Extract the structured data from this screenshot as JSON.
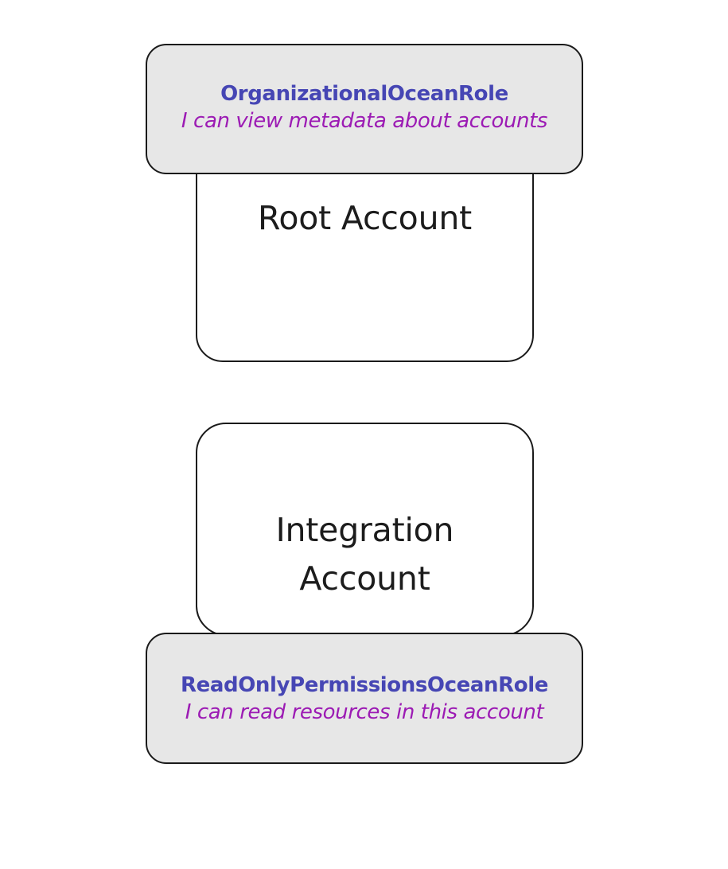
{
  "diagram": {
    "title": "AWS account roles diagram",
    "background_color": "#ffffff",
    "accent_role_name_color": "#4646b4",
    "accent_role_desc_color": "#9c1bb4",
    "role_box_fill": "#e7e7e7",
    "account_box_fill": "#ffffff",
    "border_color": "#1a1a1a"
  },
  "accounts": [
    {
      "id": "root-account",
      "label": "Root Account"
    },
    {
      "id": "integration-account",
      "label": "Integration\nAccount"
    }
  ],
  "roles": [
    {
      "id": "organizational-ocean-role",
      "name": "OrganizationalOceanRole",
      "description": "I can view metadata about accounts",
      "attached_to": "Root Account"
    },
    {
      "id": "readonly-permissions-ocean-role",
      "name": "ReadOnlyPermissionsOceanRole",
      "description": "I can read resources in this account",
      "attached_to": "Integration Account"
    }
  ]
}
